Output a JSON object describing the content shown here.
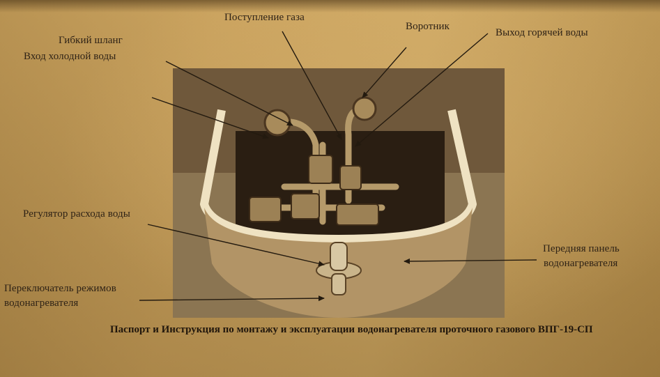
{
  "labels": {
    "gas_inlet": "Поступление газа",
    "collar": "Воротник",
    "hot_water_outlet": "Выход горячей воды",
    "flexible_hose": "Гибкий шланг",
    "cold_water_inlet": "Вход холодной воды",
    "water_flow_regulator": "Регулятор расхода воды",
    "front_panel_line1": "Передняя панель",
    "front_panel_line2": "водонагревателя",
    "mode_switch_line1": "Переключатель режимов",
    "mode_switch_line2": "водонагревателя"
  },
  "caption": "Паспорт и Инструкция по монтажу и эксплуатации водонагревателя проточного газового ВПГ-19-СП"
}
